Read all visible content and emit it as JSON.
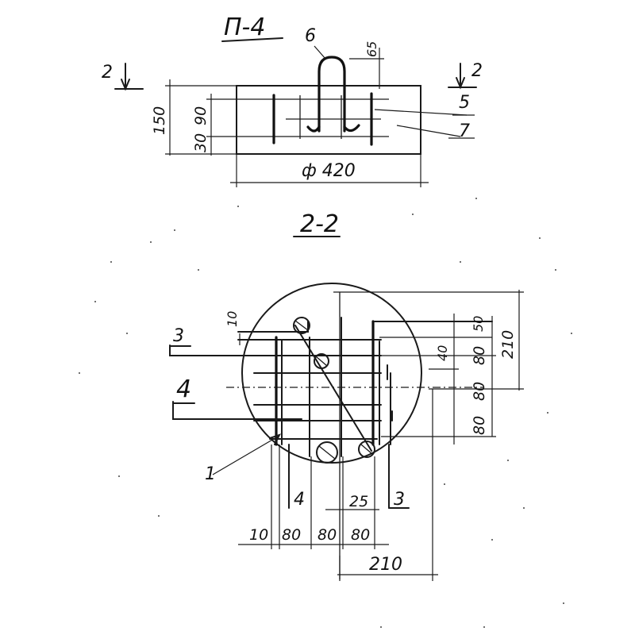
{
  "drawing": {
    "title": "П-4",
    "section_label": "2-2",
    "elevation": {
      "cut_left": "2",
      "cut_right": "2",
      "mark_6": "6",
      "mark_5": "5",
      "mark_7": "7",
      "dim_65": "65",
      "dim_150": "150",
      "dim_90": "90",
      "dim_30": "30",
      "dim_diameter": "ф 420"
    },
    "plan": {
      "cut3_left": "3",
      "cut4_left": "4",
      "cut4_bottom": "4",
      "cut3_bottom": "3",
      "mark_1": "1",
      "dim_10_top": "10",
      "dim_50": "50",
      "dim_40": "40",
      "dim_80_a": "80",
      "dim_80_b": "80",
      "dim_80_c": "80",
      "dim_210_right": "210",
      "dim_25": "25",
      "dim_10_bottom": "10",
      "dim_80_x1": "80",
      "dim_80_x2": "80",
      "dim_80_x3": "80",
      "dim_210_bottom": "210"
    }
  }
}
